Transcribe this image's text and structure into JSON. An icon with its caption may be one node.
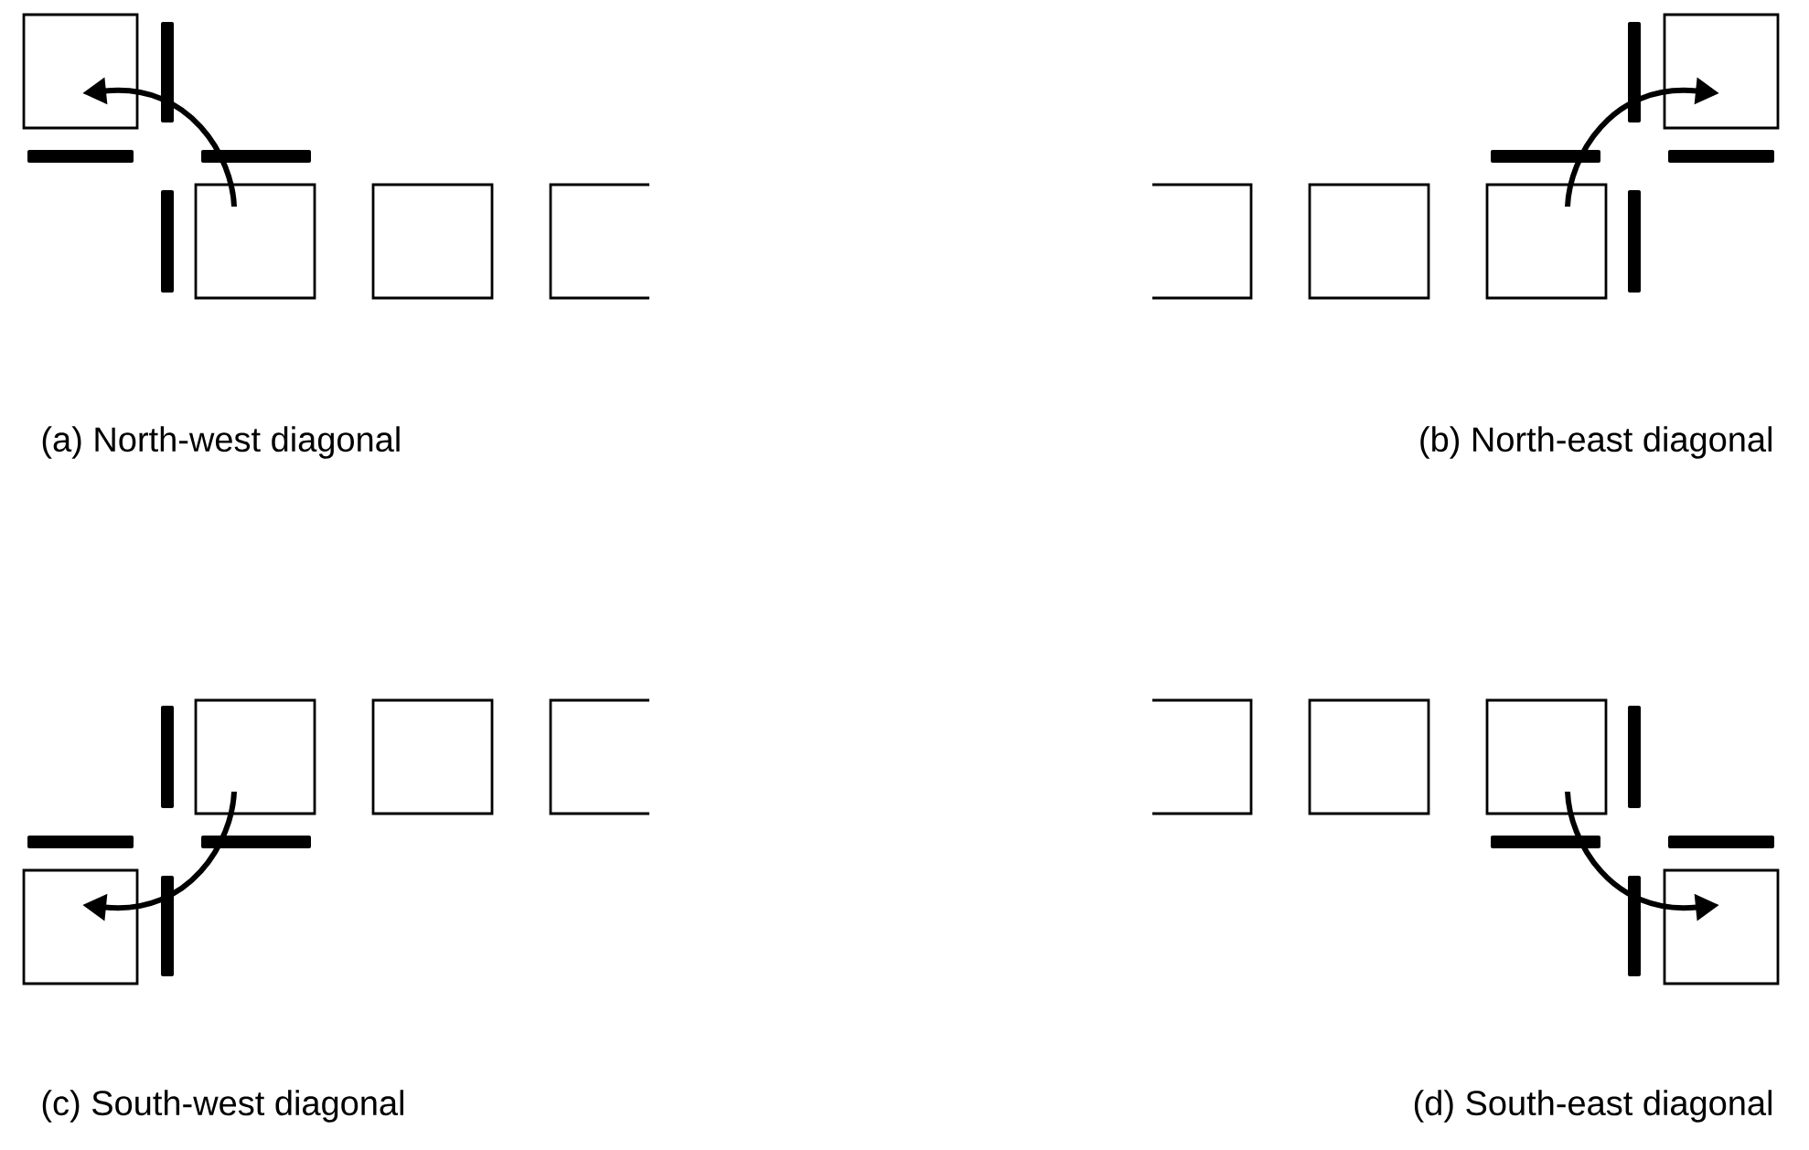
{
  "diagram": {
    "nodes": [
      {
        "text": [],
        "shape": "box"
      },
      {
        "text": [],
        "shape": "box"
      },
      {
        "text": [],
        "shape": "box"
      },
      {
        "text": [],
        "shape": "box"
      },
      {
        "text": [],
        "shape": "box"
      },
      {
        "text": [],
        "shape": "box"
      },
      {
        "text": [],
        "shape": "box"
      },
      {
        "text": [],
        "shape": "box"
      },
      {
        "text": [],
        "shape": "box"
      },
      {
        "text": [],
        "shape": "box"
      },
      {
        "text": [],
        "shape": "box"
      },
      {
        "text": [],
        "shape": "box"
      },
      {
        "text": [],
        "shape": "box"
      },
      {
        "text": [],
        "shape": "box"
      },
      {
        "text": [],
        "shape": "box"
      },
      {
        "text": [],
        "shape": "box"
      }
    ],
    "edges": [
      {
        "from": 1,
        "to": 0,
        "arrow": "to"
      },
      {
        "from": 5,
        "to": 4,
        "arrow": "to"
      },
      {
        "from": 9,
        "to": 8,
        "arrow": "to"
      },
      {
        "from": 13,
        "to": 12,
        "arrow": "to"
      }
    ],
    "labels": [
      "(a) North-west diagonal",
      "(b) North-east diagonal",
      "(c) South-west diagonal",
      "(d) South-east diagonal"
    ]
  }
}
